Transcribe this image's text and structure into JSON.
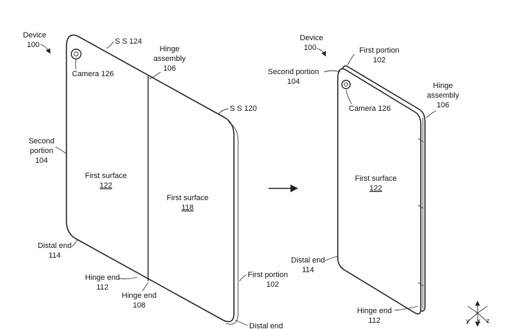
{
  "left": {
    "device": "Device",
    "device_num": "100",
    "ss124": "S S 124",
    "hinge_assembly_1": "Hinge",
    "hinge_assembly_2": "assembly",
    "hinge_assembly_num": "106",
    "camera": "Camera 126",
    "ss120": "S S 120",
    "second_portion_1": "Second",
    "second_portion_2": "portion",
    "second_portion_num": "104",
    "first_surface_a": "First surface",
    "first_surface_a_num": "122",
    "first_surface_b": "First surface",
    "first_surface_b_num": "118",
    "distal_end": "Distal end",
    "distal_end_num": "114",
    "hinge_end_1": "Hinge end",
    "hinge_end_1_num": "112",
    "hinge_end_2": "Hinge end",
    "hinge_end_2_num": "108",
    "first_portion": "First portion",
    "first_portion_num": "102",
    "distal_end_bottom": "Distal end"
  },
  "right": {
    "device": "Device",
    "device_num": "100",
    "first_portion": "First portion",
    "first_portion_num": "102",
    "second_portion": "Second portion",
    "second_portion_num": "104",
    "hinge_1": "Hinge",
    "hinge_2": "assembly",
    "hinge_num": "106",
    "camera": "Camera 126",
    "first_surface": "First surface",
    "first_surface_num": "122",
    "distal_end": "Distal end",
    "distal_end_num": "114",
    "hinge_end": "Hinge end",
    "hinge_end_num": "112"
  },
  "axes": {
    "x": "x",
    "y": "y",
    "z": "z"
  }
}
